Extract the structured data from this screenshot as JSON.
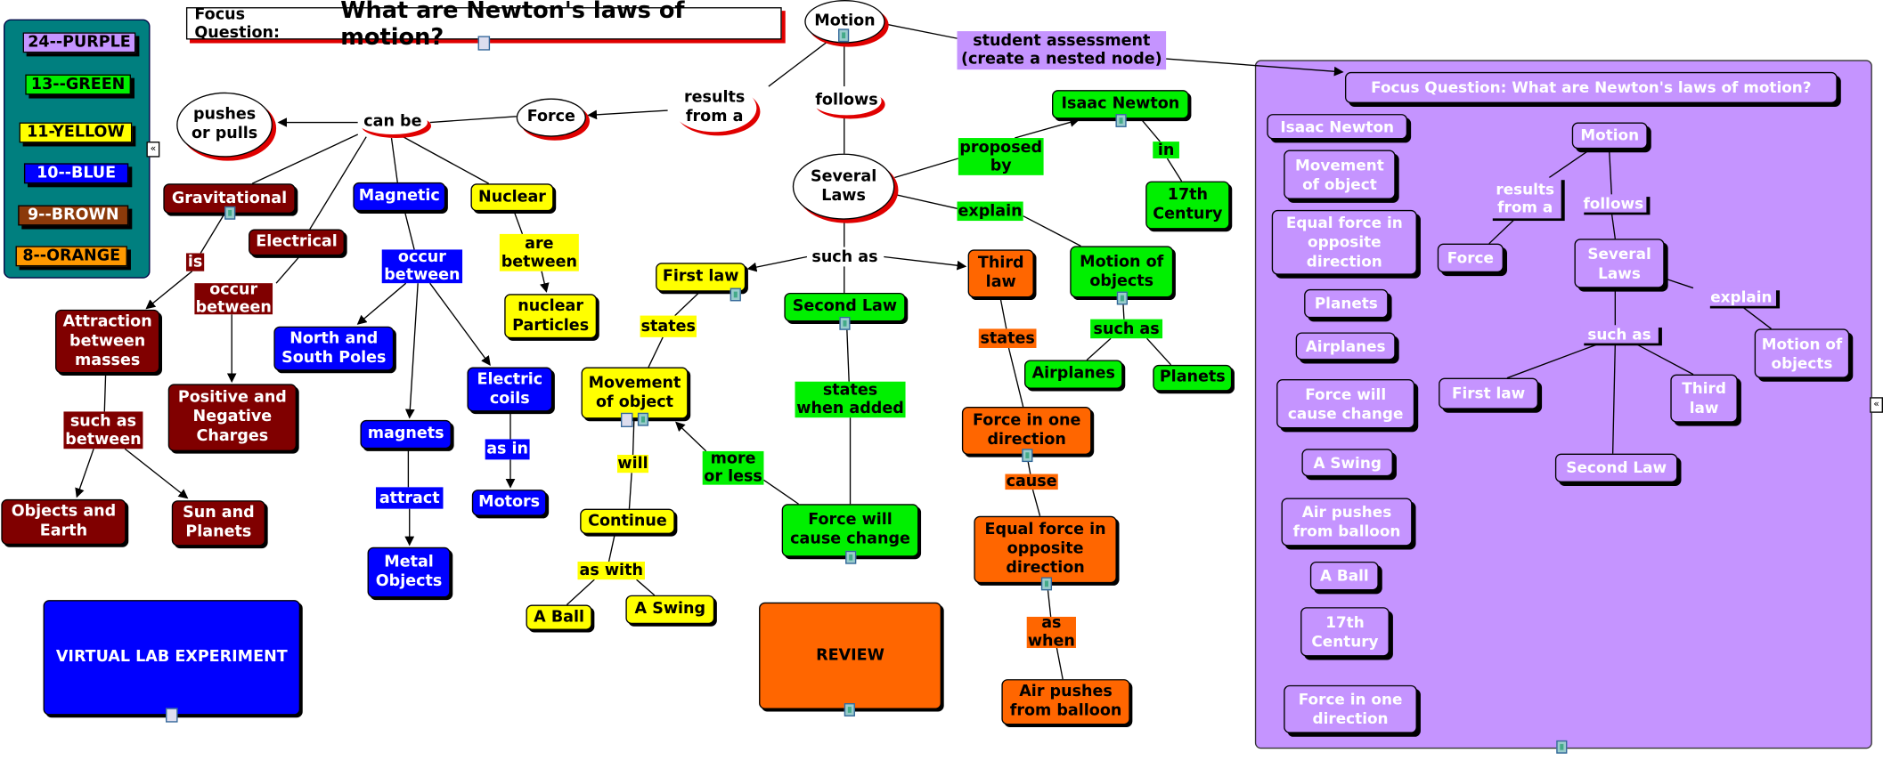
{
  "legend": [
    "24--PURPLE",
    "13--GREEN",
    "11-YELLOW",
    "10--BLUE",
    "9--BROWN",
    "8--ORANGE"
  ],
  "focus": {
    "label": "Focus Question:",
    "question": "What are Newton's laws of motion?"
  },
  "ellipses": {
    "motion": "Motion",
    "pushes": "pushes\nor pulls",
    "force": "Force",
    "several": "Several\nLaws"
  },
  "links": {
    "can_be": "can be",
    "results": "results\nfrom a",
    "follows": "follows",
    "such_as": "such as",
    "proposed": "proposed\nby",
    "in": "in",
    "explain": "explain",
    "such_as2": "such as",
    "states_y": "states",
    "will": "will",
    "as_with": "as with",
    "states_when": "states\nwhen added",
    "more_less": "more\nor less",
    "states_o": "states",
    "cause": "cause",
    "as_when": "as\nwhen",
    "are_between": "are\nbetween",
    "occur_b": "occur\nbetween",
    "attract": "attract",
    "as_in": "as in",
    "is": "is",
    "occur_br": "occur\nbetween",
    "such_between": "such as\nbetween",
    "student": "student assessment\n(create a nested node)"
  },
  "nodes": {
    "isaac": "Isaac Newton",
    "century": "17th\nCentury",
    "motion_obj": "Motion of\nobjects",
    "airplanes": "Airplanes",
    "planets": "Planets",
    "third": "Third\nlaw",
    "force_one": "Force in one\ndirection",
    "equal": "Equal force in\nopposite\ndirection",
    "air": "Air pushes\nfrom balloon",
    "review": "REVIEW",
    "first": "First law",
    "second": "Second Law",
    "movement": "Movement\nof object",
    "force_will": "Force will\ncause change",
    "continue": "Continue",
    "ball": "A Ball",
    "swing": "A Swing",
    "nuclear": "Nuclear",
    "particles": "nuclear\nParticles",
    "magnetic": "Magnetic",
    "poles": "North and\nSouth Poles",
    "magnets": "magnets",
    "metal": "Metal\nObjects",
    "coils": "Electric\ncoils",
    "motors": "Motors",
    "grav": "Gravitational",
    "electrical": "Electrical",
    "attraction": "Attraction\nbetween\nmasses",
    "charges": "Positive and\nNegative\nCharges",
    "earth": "Objects and\nEarth",
    "sun": "Sun and\nPlanets",
    "lab": "VIRTUAL LAB EXPERIMENT"
  },
  "panel": {
    "focus": "Focus Question:  What are Newton's laws of motion?",
    "loose": [
      "Isaac Newton",
      "Movement\nof object",
      "Equal force in\nopposite\ndirection",
      "Planets",
      "Airplanes",
      "Force will\ncause change",
      "A Swing",
      "Air pushes\nfrom balloon",
      "A Ball",
      "17th\nCentury",
      "Force in one\ndirection"
    ],
    "motion": "Motion",
    "results": "results\nfrom a",
    "follows": "follows",
    "force": "Force",
    "several": "Several\nLaws",
    "explain": "explain",
    "such_as": "such as",
    "motion_obj": "Motion of\nobjects",
    "first": "First law",
    "third": "Third\nlaw",
    "second": "Second Law"
  },
  "collapse_glyph": "«"
}
